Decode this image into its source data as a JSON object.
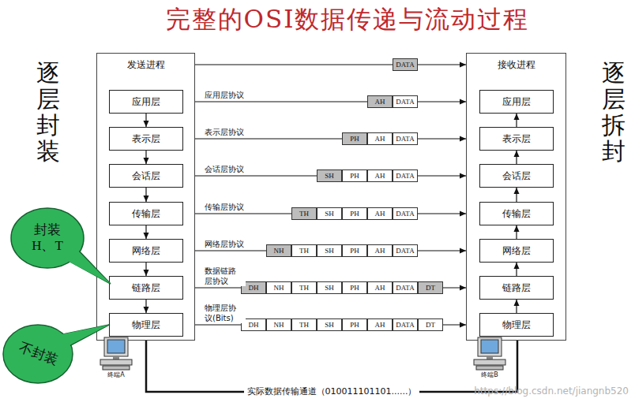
{
  "diagram": {
    "title": "完整的OSI数据传递与流动过程",
    "nodes": [
      {
        "text": [
          "发送进程"
        ]
      },
      {
        "text": [
          "应用层"
        ],
        "in": 0
      },
      {
        "text": [
          "表示层"
        ],
        "in": 0
      },
      {
        "text": [
          "会话层"
        ],
        "in": 0
      },
      {
        "text": [
          "传输层"
        ],
        "in": 0
      },
      {
        "text": [
          "网络层"
        ],
        "in": 0
      },
      {
        "text": [
          "链路层"
        ],
        "in": 0
      },
      {
        "text": [
          "物理层"
        ],
        "in": 0
      },
      {
        "text": [
          "接收进程"
        ]
      },
      {
        "text": [
          "应用层"
        ],
        "in": 8
      },
      {
        "text": [
          "表示层"
        ],
        "in": 8
      },
      {
        "text": [
          "会话层"
        ],
        "in": 8
      },
      {
        "text": [
          "传输层"
        ],
        "in": 8
      },
      {
        "text": [
          "网络层"
        ],
        "in": 8
      },
      {
        "text": [
          "链路层"
        ],
        "in": 8
      },
      {
        "text": [
          "物理层"
        ],
        "in": 8
      },
      {
        "text": [
          "DATA"
        ]
      },
      {
        "text": [
          "AH"
        ]
      },
      {
        "text": [
          "DATA"
        ]
      },
      {
        "text": [
          "PH"
        ]
      },
      {
        "text": [
          "AH"
        ]
      },
      {
        "text": [
          "DATA"
        ]
      },
      {
        "text": [
          "SH"
        ]
      },
      {
        "text": [
          "PH"
        ]
      },
      {
        "text": [
          "AH"
        ]
      },
      {
        "text": [
          "DATA"
        ]
      },
      {
        "text": [
          "TH"
        ]
      },
      {
        "text": [
          "SH"
        ]
      },
      {
        "text": [
          "PH"
        ]
      },
      {
        "text": [
          "AH"
        ]
      },
      {
        "text": [
          "DATA"
        ]
      },
      {
        "text": [
          "NH"
        ]
      },
      {
        "text": [
          "TH"
        ]
      },
      {
        "text": [
          "SH"
        ]
      },
      {
        "text": [
          "PH"
        ]
      },
      {
        "text": [
          "AH"
        ]
      },
      {
        "text": [
          "DATA"
        ]
      },
      {
        "text": [
          "DH"
        ]
      },
      {
        "text": [
          "NH"
        ]
      },
      {
        "text": [
          "TH"
        ]
      },
      {
        "text": [
          "SH"
        ]
      },
      {
        "text": [
          "PH"
        ]
      },
      {
        "text": [
          "AH"
        ]
      },
      {
        "text": [
          "DATA"
        ]
      },
      {
        "text": [
          "DT"
        ]
      },
      {
        "text": [
          "DH"
        ]
      },
      {
        "text": [
          "NH"
        ]
      },
      {
        "text": [
          "TH"
        ]
      },
      {
        "text": [
          "SH"
        ]
      },
      {
        "text": [
          "PH"
        ]
      },
      {
        "text": [
          "AH"
        ]
      },
      {
        "text": [
          "DATA"
        ]
      },
      {
        "text": [
          "DT"
        ]
      },
      {
        "text": [
          "封装 H、T"
        ]
      },
      {
        "text": [
          "不封装"
        ]
      },
      {
        "text": [
          "终端A"
        ]
      },
      {
        "text": [
          "终端B"
        ]
      }
    ],
    "edges": [
      {
        "from": 1,
        "to": 2,
        "arrow": "to"
      },
      {
        "from": 2,
        "to": 3,
        "arrow": "to"
      },
      {
        "from": 3,
        "to": 4,
        "arrow": "to"
      },
      {
        "from": 4,
        "to": 5,
        "arrow": "to"
      },
      {
        "from": 5,
        "to": 6,
        "arrow": "to"
      },
      {
        "from": 6,
        "to": 7,
        "arrow": "to"
      },
      {
        "from": 15,
        "to": 14,
        "arrow": "to"
      },
      {
        "from": 14,
        "to": 13,
        "arrow": "to"
      },
      {
        "from": 13,
        "to": 12,
        "arrow": "to"
      },
      {
        "from": 12,
        "to": 11,
        "arrow": "to"
      },
      {
        "from": 11,
        "to": 10,
        "arrow": "to"
      },
      {
        "from": 10,
        "to": 9,
        "arrow": "to"
      },
      {
        "from": 0,
        "to": 8,
        "arrow": "to"
      },
      {
        "from": 0,
        "to": 8,
        "label": "应用层协议",
        "arrow": "to"
      },
      {
        "from": 0,
        "to": 8,
        "label": "表示层协议",
        "arrow": "to"
      },
      {
        "from": 0,
        "to": 8,
        "label": "会话层协议",
        "arrow": "to"
      },
      {
        "from": 0,
        "to": 8,
        "label": "传输层协议",
        "arrow": "to"
      },
      {
        "from": 0,
        "to": 8,
        "label": "网络层协议",
        "arrow": "to"
      },
      {
        "from": 0,
        "to": 8,
        "label": "数据链路 层协议",
        "arrow": "to"
      },
      {
        "from": 0,
        "to": 8,
        "label": "物理层协 议(Bits)",
        "arrow": "to"
      },
      {
        "from": 0,
        "to": 8,
        "label": "实际数据传输通道（010011101101......）",
        "arrow": "none"
      }
    ],
    "labels": [
      "逐层封装",
      "逐层拆封",
      "https://blog.csdn.net/jiangnb520"
    ]
  }
}
